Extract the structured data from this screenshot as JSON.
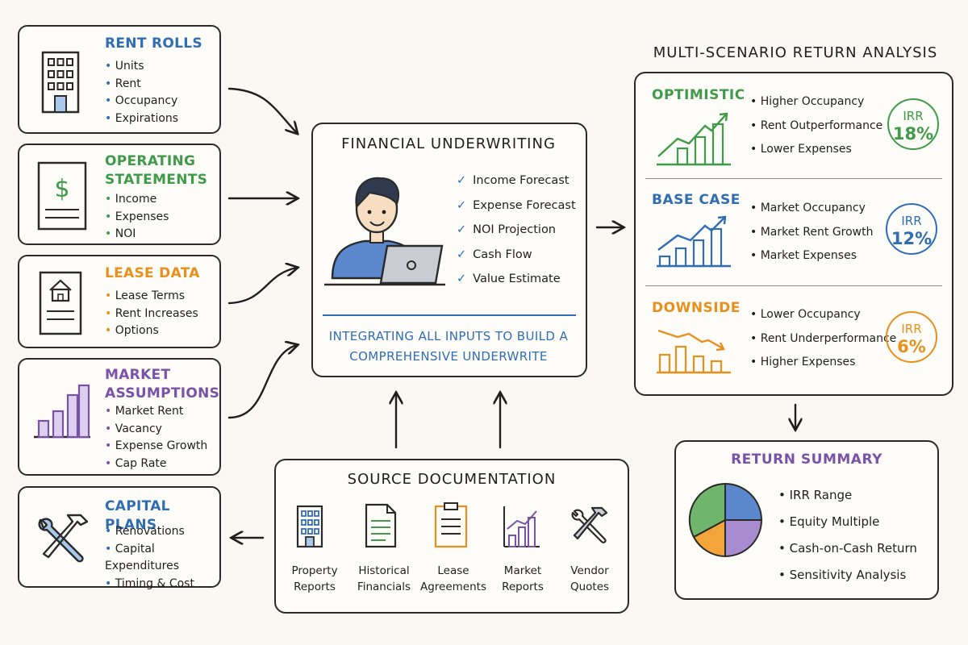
{
  "inputs": [
    {
      "title": "RENT ROLLS",
      "items": [
        "Units",
        "Rent",
        "Occupancy",
        "Expirations"
      ]
    },
    {
      "title": "OPERATING STATEMENTS",
      "items": [
        "Income",
        "Expenses",
        "NOI"
      ]
    },
    {
      "title": "LEASE DATA",
      "items": [
        "Lease Terms",
        "Rent Increases",
        "Options"
      ]
    },
    {
      "title": "MARKET ASSUMPTIONS",
      "items": [
        "Market Rent",
        "Vacancy",
        "Expense Growth",
        "Cap Rate"
      ]
    },
    {
      "title": "CAPITAL PLANS",
      "items": [
        "Renovations",
        "Capital Expenditures",
        "Timing & Cost"
      ]
    }
  ],
  "underwriting": {
    "title": "FINANCIAL UNDERWRITING",
    "checks": [
      "Income Forecast",
      "Expense Forecast",
      "NOI Projection",
      "Cash Flow",
      "Value Estimate"
    ],
    "caption": "INTEGRATING ALL INPUTS TO BUILD A COMPREHENSIVE UNDERWRITE"
  },
  "scenarios": {
    "heading": "MULTI-SCENARIO RETURN ANALYSIS",
    "irr_label": "IRR",
    "items": [
      {
        "name": "OPTIMISTIC",
        "points": [
          "Higher Occupancy",
          "Rent Outperformance",
          "Lower Expenses"
        ],
        "irr": "18%",
        "color": "#3f9b4a"
      },
      {
        "name": "BASE CASE",
        "points": [
          "Market Occupancy",
          "Market Rent Growth",
          "Market Expenses"
        ],
        "irr": "12%",
        "color": "#2f6db5"
      },
      {
        "name": "DOWNSIDE",
        "points": [
          "Lower Occupancy",
          "Rent Underperformance",
          "Higher Expenses"
        ],
        "irr": "6%",
        "color": "#e8901c"
      }
    ]
  },
  "source": {
    "title": "SOURCE DOCUMENTATION",
    "items": [
      {
        "line1": "Property",
        "line2": "Reports",
        "icon": "building-icon"
      },
      {
        "line1": "Historical",
        "line2": "Financials",
        "icon": "document-icon"
      },
      {
        "line1": "Lease",
        "line2": "Agreements",
        "icon": "clipboard-icon"
      },
      {
        "line1": "Market",
        "line2": "Reports",
        "icon": "bar-chart-icon"
      },
      {
        "line1": "Vendor",
        "line2": "Quotes",
        "icon": "hammer-icon"
      }
    ]
  },
  "summary": {
    "title": "RETURN SUMMARY",
    "items": [
      "IRR Range",
      "Equity Multiple",
      "Cash-on-Cash Return",
      "Sensitivity Analysis"
    ]
  },
  "colors": {
    "blue": "#2f6db5",
    "green": "#3f9b4a",
    "orange": "#e8901c",
    "purple": "#7a52a8",
    "ink": "#2a2a2a"
  }
}
